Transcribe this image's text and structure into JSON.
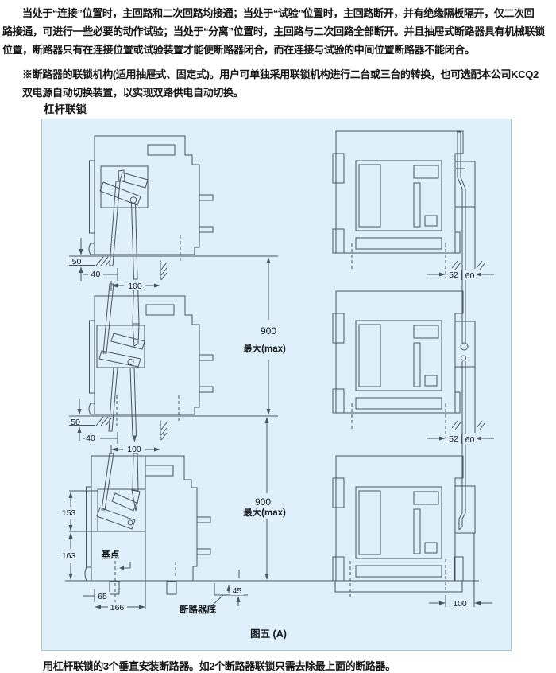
{
  "paragraph1": {
    "line1": "当处于“连接”位置时，主回路和二次回路均接通；当处于“试验”位置时，主回路断开，并有绝缘隔板隔开，仅二次回",
    "line2": "路接通，可进行一些必要的动作试验；当处于“分离”位置时，主回路与二次回路全部断开。并且抽屉式断路器具有机械联锁",
    "line3": "位置，断路器只有在连接位置或试验装置才能使断路器闭合，而在连接与试验的中间位置断路器不能闭合。"
  },
  "paragraph2": {
    "line1": "※断路器的联锁机构(适用抽屉式、固定式)。用户可单独采用联锁机构进行二台或三台的转换，也可选配本公司KCQ2",
    "line2": "双电源自动切换装置，以实现双路供电自动切换。"
  },
  "section_label": "杠杆联锁",
  "figure": {
    "bg_color": "#dff0fa",
    "line_color": "#4a545e",
    "label": "图五 (A)",
    "dims": {
      "d50": "50",
      "d40": "40",
      "d100": "100",
      "d52": "52",
      "d60": "60",
      "d900": "900",
      "dmax": "最大(max)",
      "d153": "153",
      "d163": "163",
      "d65": "65",
      "d166": "166",
      "d45": "45",
      "base_point": "基点",
      "breaker_bottom": "断路器底"
    }
  },
  "caption": "用杠杆联锁的3个垂直安装断路器。如2个断路器联锁只需去除最上面的断路器。"
}
